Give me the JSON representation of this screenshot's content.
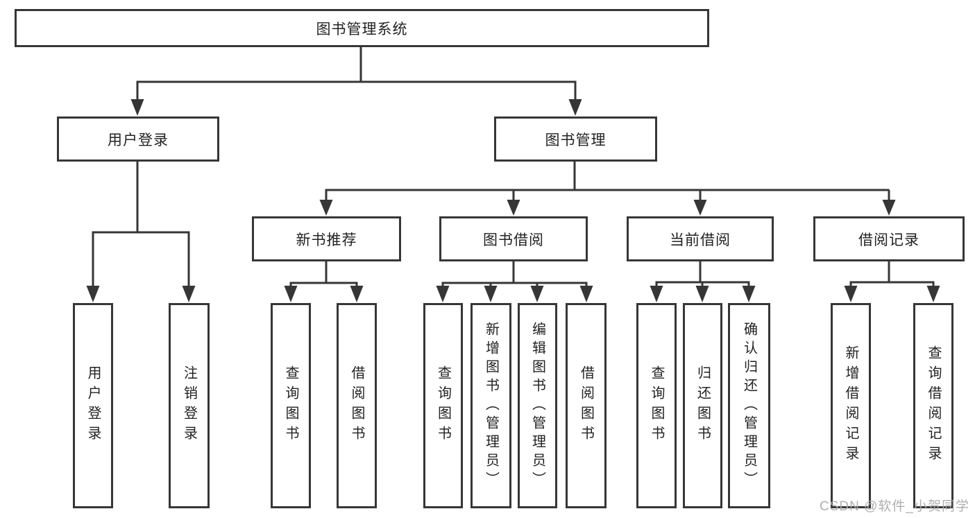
{
  "diagram": {
    "title": "图书管理系统",
    "root": {
      "label": "图书管理系统"
    },
    "level2": {
      "user_login": {
        "label": "用户登录"
      },
      "book_mgmt": {
        "label": "图书管理"
      }
    },
    "level3": {
      "new_book": {
        "label": "新书推荐"
      },
      "book_borrow": {
        "label": "图书借阅"
      },
      "current_borrow": {
        "label": "当前借阅"
      },
      "borrow_record": {
        "label": "借阅记录"
      }
    },
    "children": {
      "user_login": [
        {
          "label": "用户登录"
        },
        {
          "label": "注销登录"
        }
      ],
      "new_book": [
        {
          "label": "查询图书"
        },
        {
          "label": "借阅图书"
        }
      ],
      "book_borrow": [
        {
          "label": "查询图书"
        },
        {
          "label": "新增图书（管理员）"
        },
        {
          "label": "编辑图书（管理员）"
        },
        {
          "label": "借阅图书"
        }
      ],
      "current_borrow": [
        {
          "label": "查询图书"
        },
        {
          "label": "归还图书"
        },
        {
          "label": "确认归还（管理员）"
        }
      ],
      "borrow_record": [
        {
          "label": "新增借阅记录"
        },
        {
          "label": "查询借阅记录"
        }
      ]
    }
  },
  "watermark": {
    "text": "CSDN @软件_小贺同学"
  },
  "colors": {
    "line": "#363636",
    "box_border": "#363636",
    "box_fill": "#ffffff",
    "text": "#222222",
    "watermark": "#ababab",
    "background": "#ffffff"
  }
}
